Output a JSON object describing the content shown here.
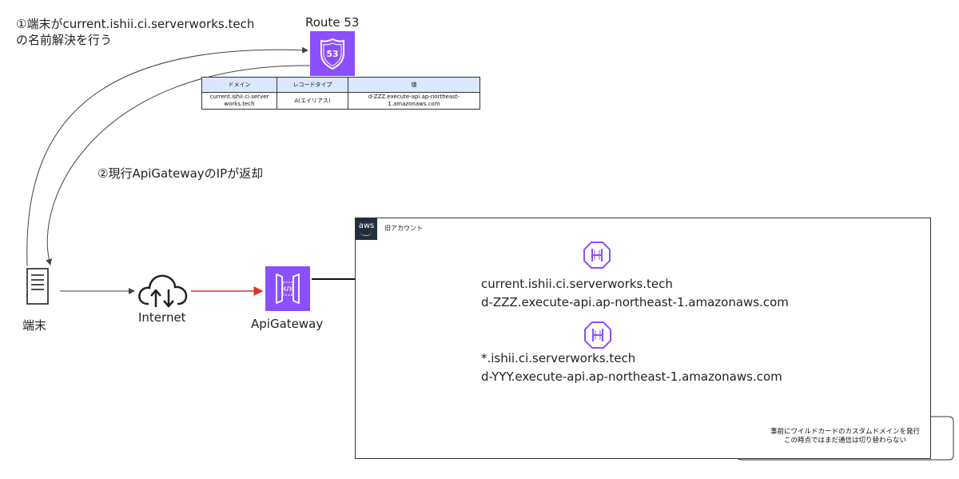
{
  "steps": {
    "step1_line1": "①端末がcurrent.ishii.ci.serverworks.tech",
    "step1_line2": "の名前解決を行う",
    "step2": "②現行ApiGatewayのIPが返却"
  },
  "route53": {
    "title": "Route 53",
    "icon_text": "53",
    "table": {
      "headers": [
        "ドメイン",
        "レコードタイプ",
        "値"
      ],
      "row": {
        "domain_line1": "current.ishii.ci.server",
        "domain_line2": "works.tech",
        "record_type": "A(エイリアス)",
        "value_line1": "d-ZZZ.execute-api.ap-northeast-",
        "value_line2": "1.amazonaws.com"
      }
    }
  },
  "nodes": {
    "terminal": "端末",
    "internet": "Internet",
    "apigateway": "ApiGateway"
  },
  "aws_account": {
    "badge": "aws",
    "label": "旧アカウント",
    "current_domain": "current.ishii.ci.serverworks.tech",
    "current_target": "d-ZZZ.execute-api.ap-northeast-1.amazonaws.com",
    "wildcard_domain": "*.ishii.ci.serverworks.tech",
    "wildcard_target": "d-YYY.execute-api.ap-northeast-1.amazonaws.com"
  },
  "callout": {
    "line1": "事前にワイルドカードのカスタムドメインを発行",
    "line2": "この時点ではまだ通信は切り替わらない"
  },
  "colors": {
    "aws_purple": "#8c4fff",
    "aws_dark": "#232f3e",
    "aws_orange": "#ff9900",
    "red_arrow": "#e03030",
    "table_header": "#dae8fc"
  }
}
